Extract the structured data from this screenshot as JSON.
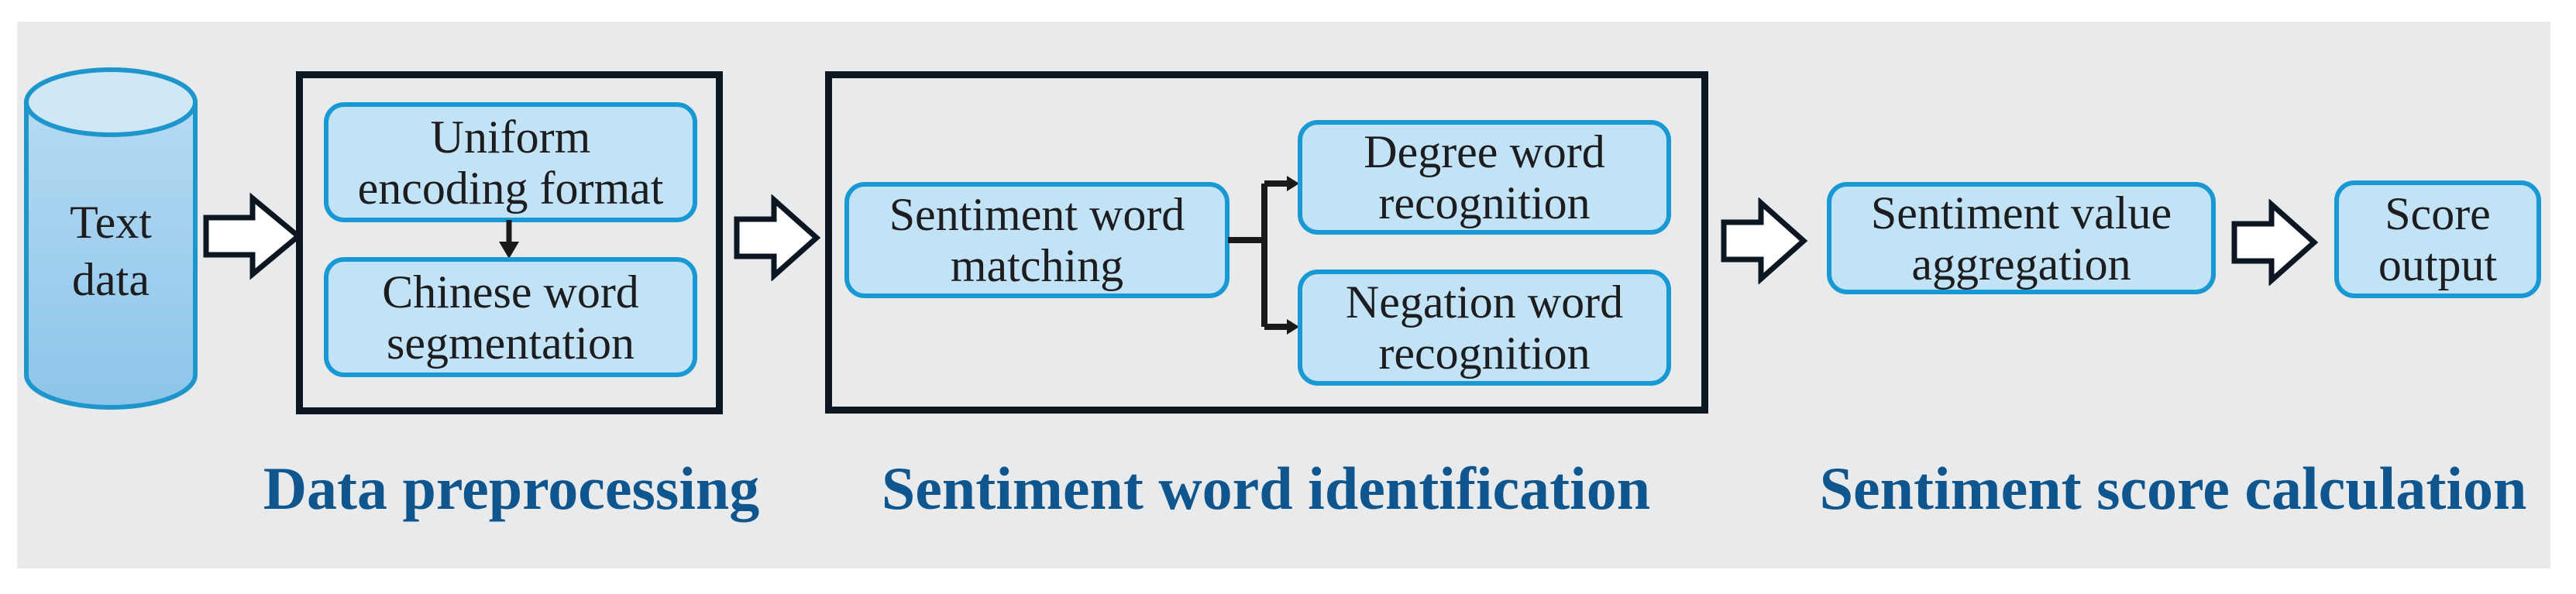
{
  "figure": {
    "nodes": {
      "text_data": "Text\ndata",
      "uniform_encoding_format": "Uniform\nencoding format",
      "chinese_word_segmentation": "Chinese word\nsegmentation",
      "sentiment_word_matching": "Sentiment word\nmatching",
      "degree_word_recognition": "Degree word\nrecognition",
      "negation_word_recognition": "Negation word\nrecognition",
      "sentiment_value_aggregation": "Sentiment value\naggregation",
      "score_output": "Score\noutput"
    },
    "stage_captions": [
      "Data preprocessing",
      "Sentiment word identification",
      "Sentiment score calculation"
    ],
    "icons": {
      "database_cylinder_icon": "blue cylinder data-store shape",
      "flow_arrow_icon": "white right-pointing block arrow with dark outline",
      "down_arrow_icon": "thin black downward arrow",
      "branch_connector_icon": "black forked connector with two right arrowheads"
    },
    "colors": {
      "panel_bg": "#e9eaec",
      "frame": "#0d1721",
      "node_fill": "#c2e3f6",
      "node_border": "#1899d3",
      "caption": "#0f568e",
      "text": "#1d1d1f",
      "arrow_fill": "#ffffff",
      "arrow_outline": "#0d1721",
      "connector": "#1a1a1a",
      "cyl_stroke": "#1e96cc",
      "cyl_top": "#d0e7f8",
      "cyl_body_top": "#b5daf3",
      "cyl_body_bottom": "#8cc5e9"
    }
  }
}
